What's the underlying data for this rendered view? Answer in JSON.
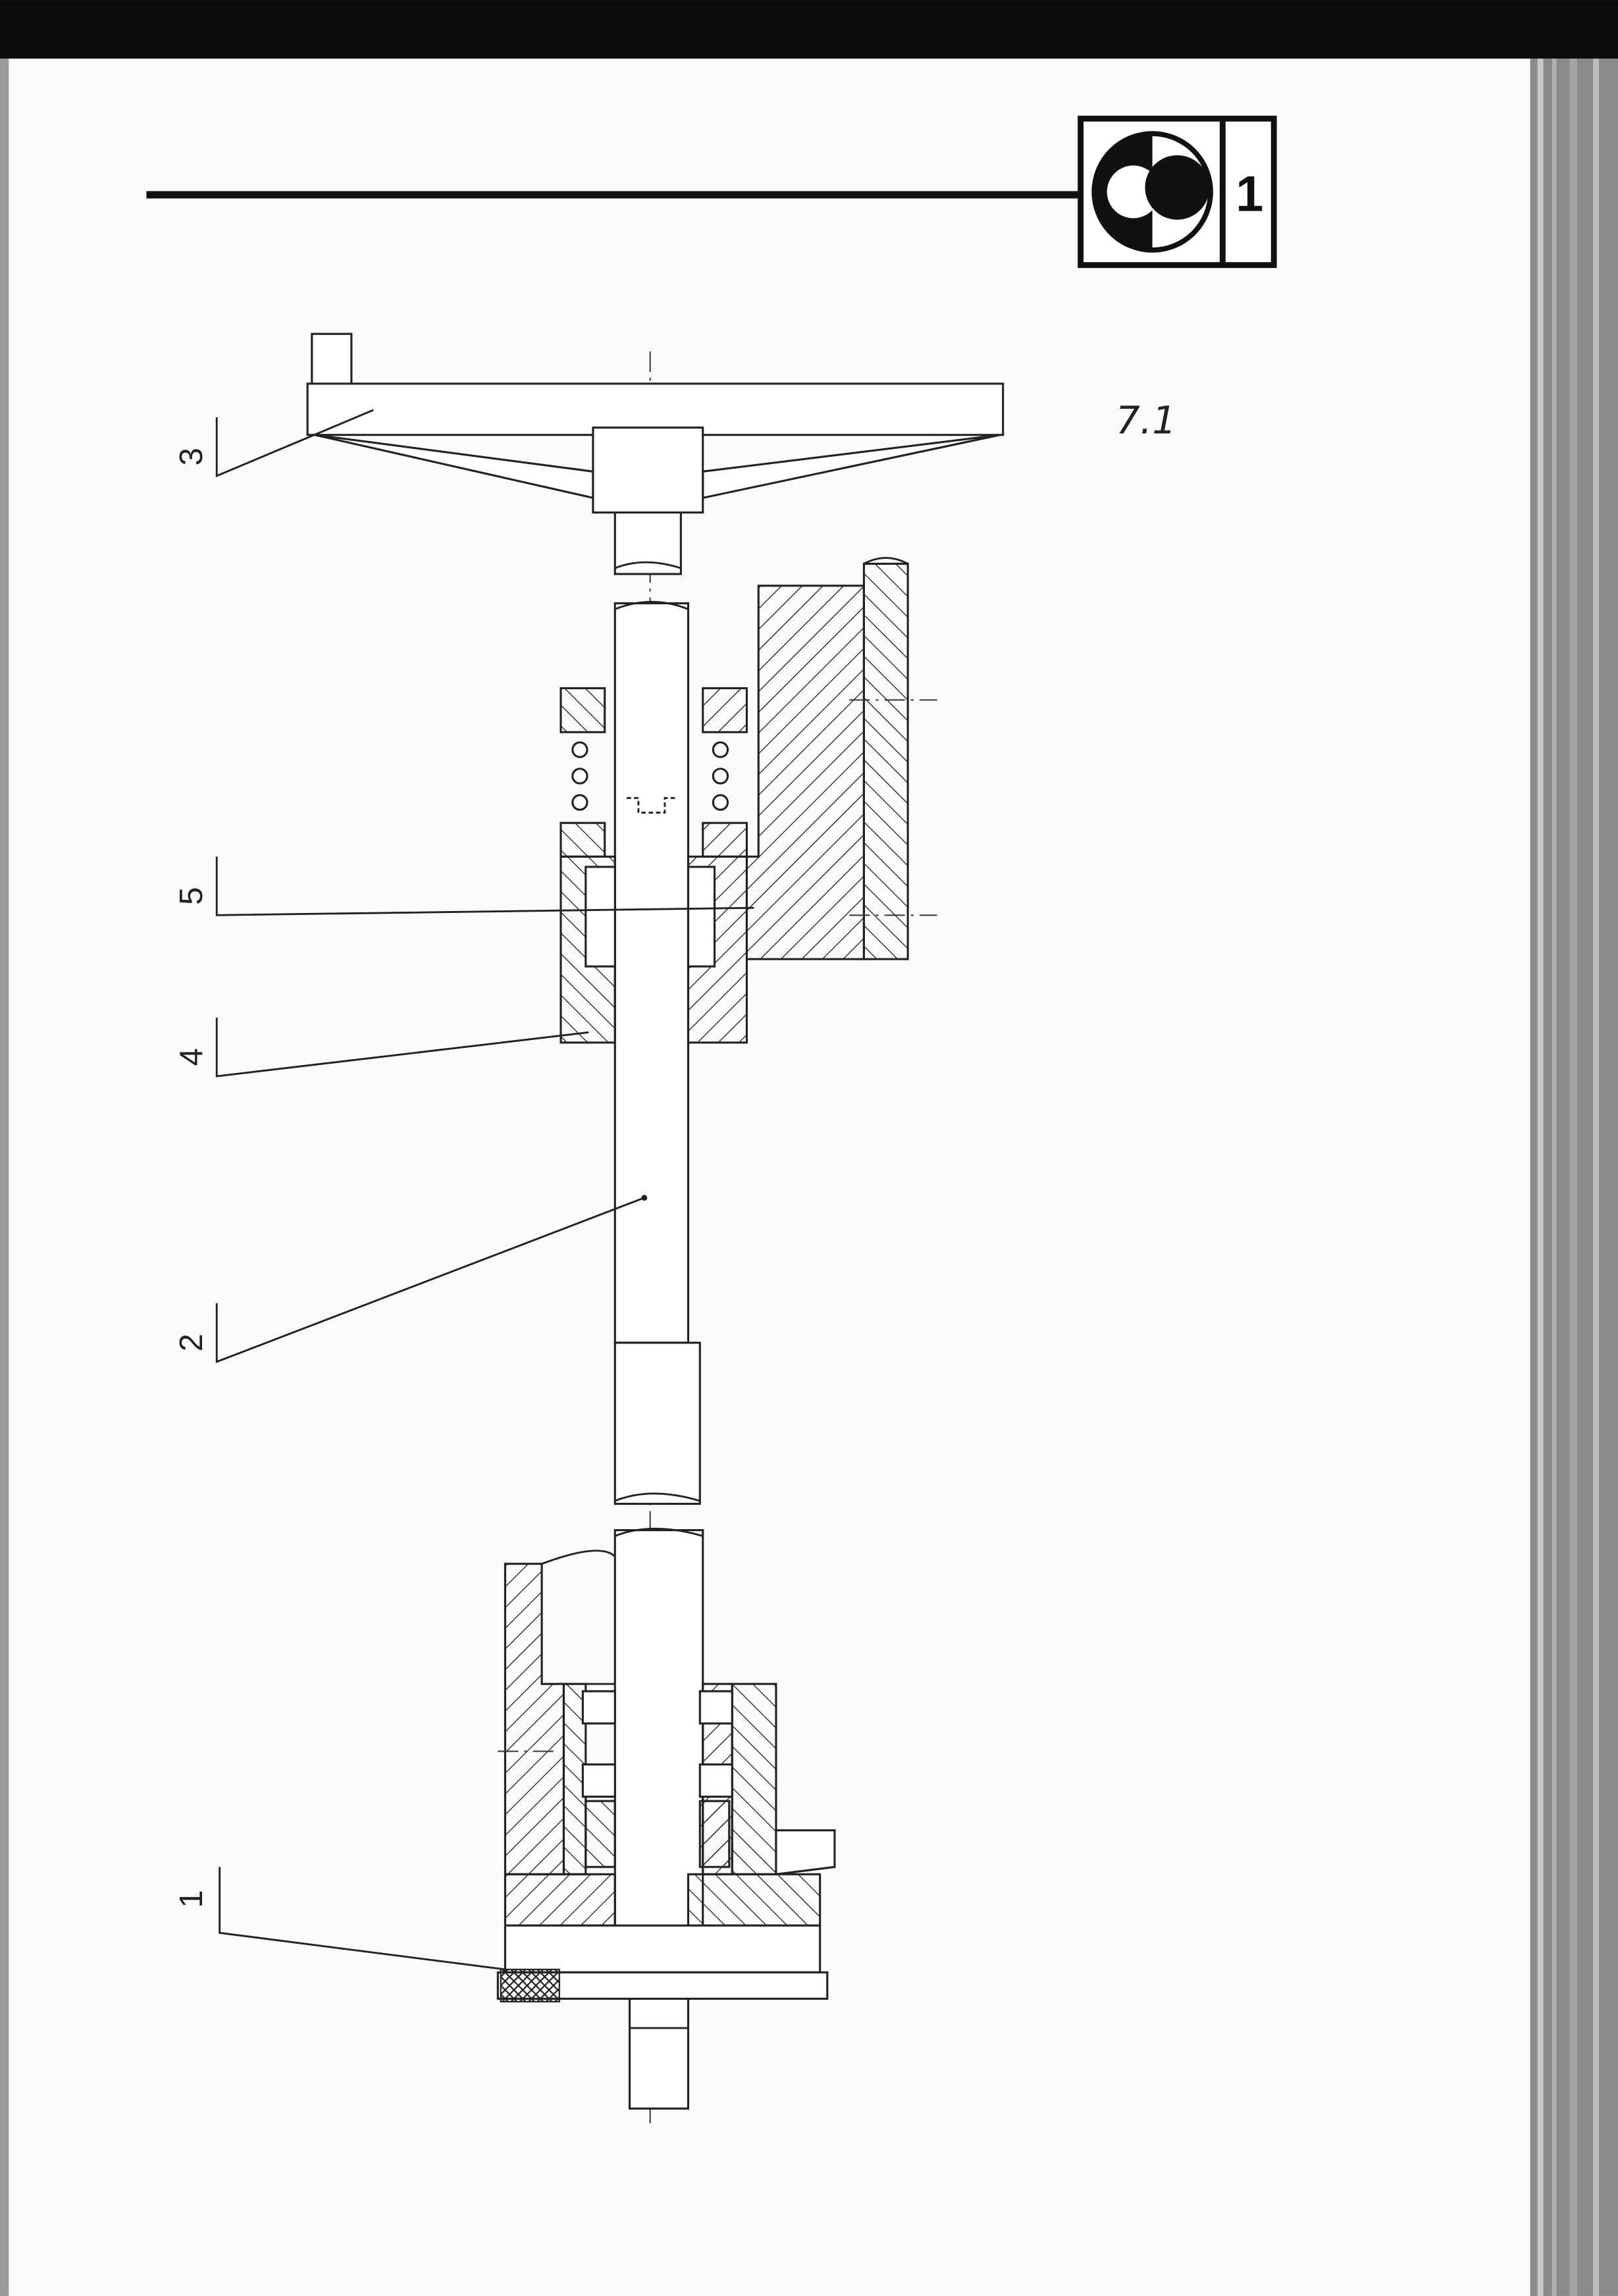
{
  "badge": {
    "number": "1"
  },
  "figure": {
    "number": "7.1"
  },
  "callouts": [
    {
      "label": "3",
      "part": "handwheel"
    },
    {
      "label": "5",
      "part": "bracket"
    },
    {
      "label": "4",
      "part": "bushing"
    },
    {
      "label": "2",
      "part": "shaft"
    },
    {
      "label": "1",
      "part": "base-flange"
    }
  ]
}
